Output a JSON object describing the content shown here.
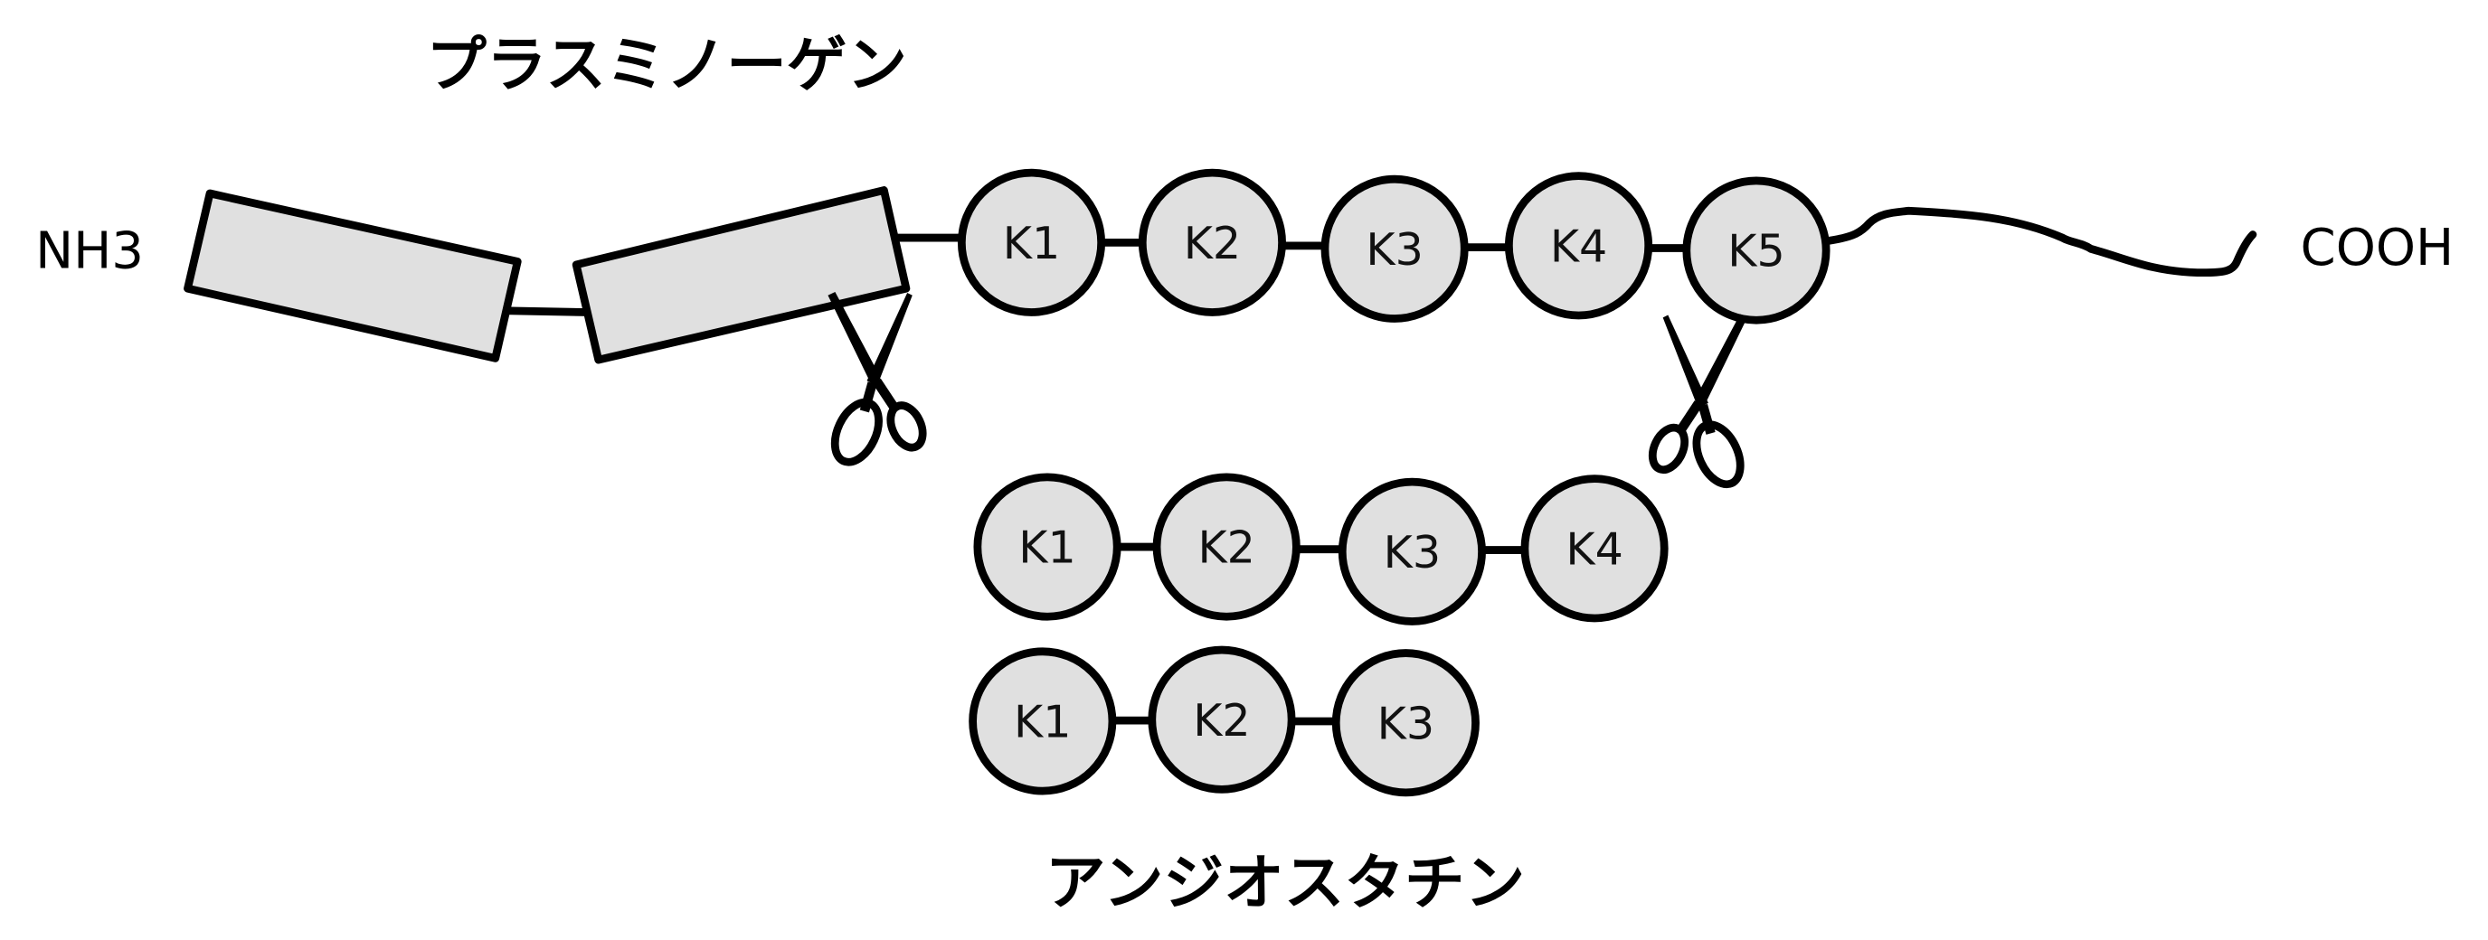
{
  "diagram": {
    "title_top": "プラスミノーゲン",
    "title_bottom": "アンジオスタチン",
    "n_terminus": "NH3",
    "c_terminus": "COOH",
    "colors": {
      "fill": "#e0e0e0",
      "stroke": "#000000"
    },
    "plasminogen": {
      "kringles": [
        "K1",
        "K2",
        "K3",
        "K4",
        "K5"
      ]
    },
    "angiostatin_variants": [
      {
        "kringles": [
          "K1",
          "K2",
          "K3",
          "K4"
        ]
      },
      {
        "kringles": [
          "K1",
          "K2",
          "K3"
        ]
      }
    ],
    "cleavage_icons": [
      "scissors-icon",
      "scissors-icon"
    ]
  }
}
